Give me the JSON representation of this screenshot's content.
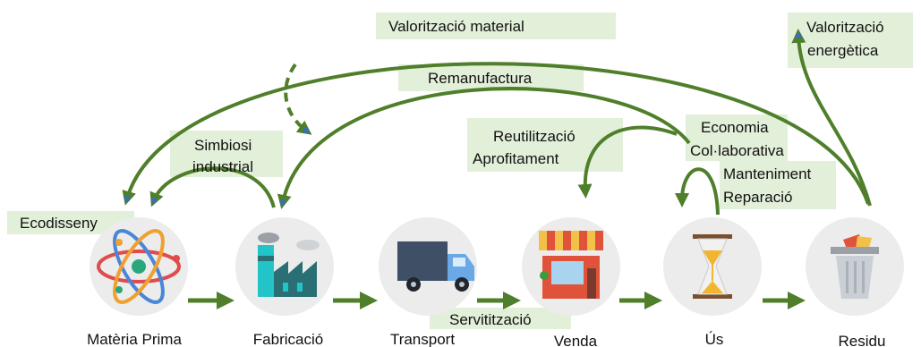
{
  "stages": [
    {
      "key": "materia",
      "label": "Matèria Prima",
      "icon": "atom-icon"
    },
    {
      "key": "fabricacio",
      "label": "Fabricació",
      "icon": "factory-icon"
    },
    {
      "key": "transport",
      "label": "Transport",
      "icon": "truck-icon"
    },
    {
      "key": "venda",
      "label": "Venda",
      "icon": "shop-icon"
    },
    {
      "key": "us",
      "label": "Ús",
      "icon": "hourglass-icon"
    },
    {
      "key": "residu",
      "label": "Residu",
      "icon": "trash-bin-icon"
    }
  ],
  "labels": {
    "valoritzacio_material": "Valorització material",
    "valoritzacio_energetica_1": "Valorització",
    "valoritzacio_energetica_2": "energètica",
    "remanufactura": "Remanufactura",
    "simbiosi_1": "Simbiosi",
    "simbiosi_2": "industrial",
    "reutilitzacio_1": "Reutilització",
    "reutilitzacio_2": "Aprofitament",
    "economia_1": "Economia",
    "economia_2": "Col·laborativa",
    "manteniment": "Manteniment",
    "reparacio": "Reparació",
    "ecodisseny": "Ecodisseny",
    "servititzacio": "Servitització"
  },
  "colors": {
    "arrow": "#4f7f2a",
    "label_box": "#e2efd9",
    "circle": "#ececec"
  }
}
